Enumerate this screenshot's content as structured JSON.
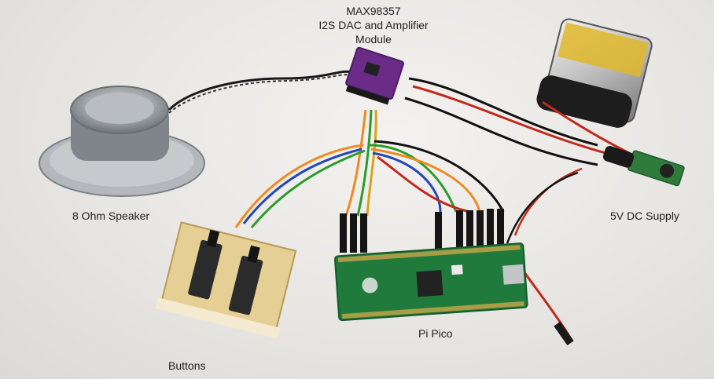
{
  "labels": {
    "module_line1": "MAX98357",
    "module_line2": "I2S DAC and Amplifier",
    "module_line3": "Module",
    "speaker": "8 Ohm Speaker",
    "supply": "5V DC Supply",
    "pico": "Pi Pico",
    "buttons": "Buttons"
  },
  "colors": {
    "background": "#e9e7e4",
    "pico_board": "#1f7a3c",
    "module_board": "#6a2c86",
    "protoboard": "#e6cf95",
    "battery": "#1d1d1d"
  },
  "wire_colors": [
    "#f08a1f",
    "#2b9b2b",
    "#c02a1d",
    "#2447b5",
    "#d9a21a",
    "#111111"
  ]
}
